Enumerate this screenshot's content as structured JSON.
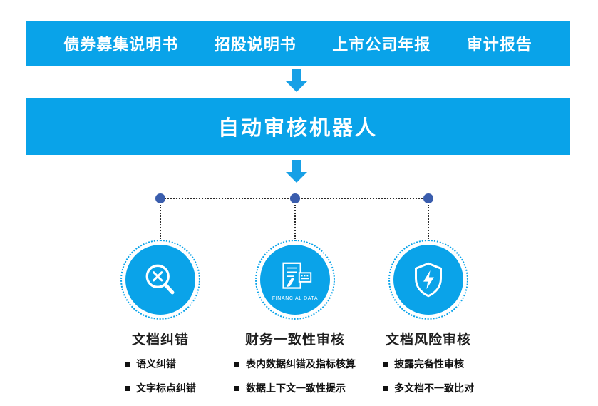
{
  "colors": {
    "banner": "#09a3e9",
    "arrow": "#17a0e6",
    "connector_dot": "#3a5dad",
    "feature_circle": "#0aa3e9",
    "text": "#1f1f1f"
  },
  "document_types": {
    "items": [
      "债券募集说明书",
      "招股说明书",
      "上市公司年报",
      "审计报告"
    ]
  },
  "robot": {
    "title": "自动审核机器人"
  },
  "features": [
    {
      "icon": "magnifier-x-icon",
      "title": "文档纠错",
      "bullets": [
        "语义纠错",
        "文字标点纠错"
      ]
    },
    {
      "icon": "financial-document-icon",
      "icon_label": "FINANCIAL DATA",
      "title": "财务一致性审核",
      "bullets": [
        "表内数据纠错及指标核算",
        "数据上下文一致性提示"
      ]
    },
    {
      "icon": "shield-lightning-icon",
      "title": "文档风险审核",
      "bullets": [
        "披露完备性审核",
        "多文档不一致比对"
      ]
    }
  ]
}
